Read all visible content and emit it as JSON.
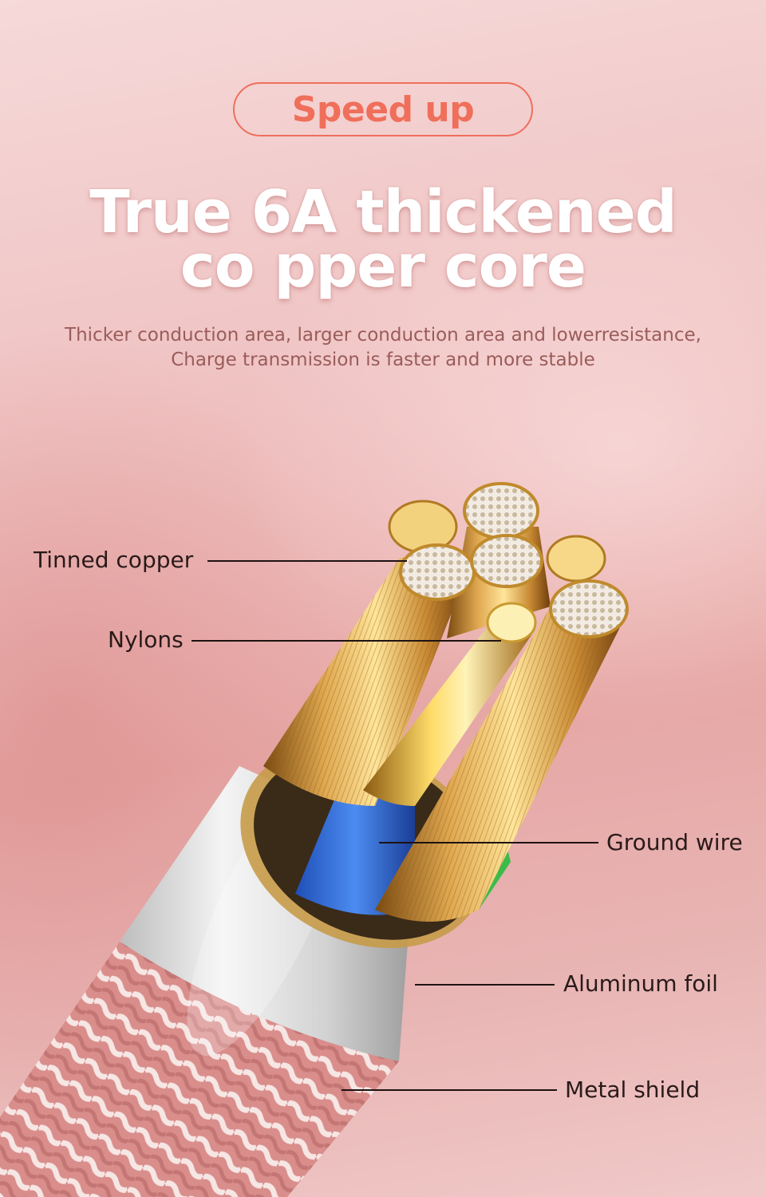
{
  "badge": {
    "label": "Speed up",
    "color": "#ef6f5b"
  },
  "headline": {
    "line1": "True 6A thickened",
    "line2": "co pper core"
  },
  "subtitle": {
    "line1": "Thicker conduction area,  larger conduction area and lowerresistance,",
    "line2": "Charge transmission is faster and more stable"
  },
  "callouts": {
    "tinned_copper": "Tinned copper",
    "nylons": "Nylons",
    "ground_wire": "Ground wire",
    "aluminum_foil": "Aluminum foil",
    "metal_shield": "Metal shield"
  },
  "cable_icon": "cable-cross-section-illustration"
}
